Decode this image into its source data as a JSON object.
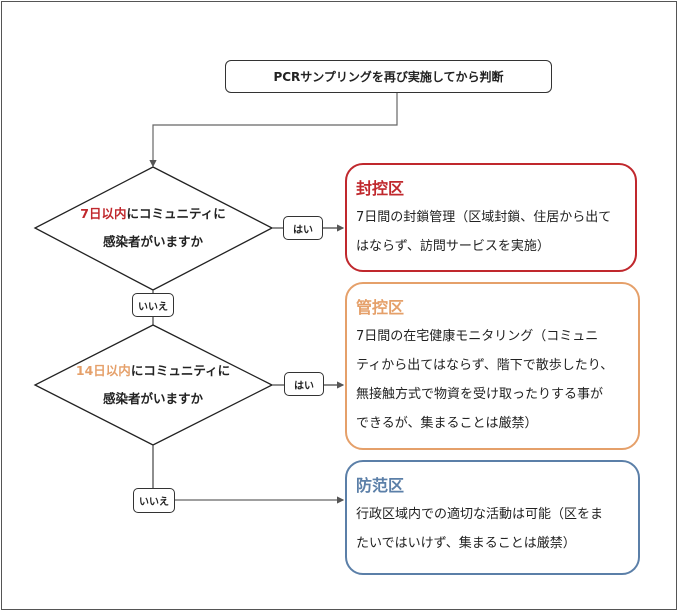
{
  "start": {
    "label": "PCRサンプリングを再び実施してから判断"
  },
  "decisions": [
    {
      "highlight": "7日以内",
      "text_rest": "にコミュニティに",
      "line2": "感染者がいますか",
      "yes_label": "はい",
      "no_label": "いいえ",
      "highlight_color": "#c0282d"
    },
    {
      "highlight": "14日以内",
      "text_rest": "にコミュニティに",
      "line2": "感染者がいますか",
      "yes_label": "はい",
      "no_label": "いいえ",
      "highlight_color": "#e5a06a"
    }
  ],
  "zones": [
    {
      "title": "封控区",
      "color": "#c0282d",
      "lines": [
        "7日間の封鎖管理（区域封鎖、住居から出て",
        "はならず、訪問サービスを実施）"
      ]
    },
    {
      "title": "管控区",
      "color": "#e5a06a",
      "lines": [
        "7日間の在宅健康モニタリング（コミュニ",
        "ティから出てはならず、階下で散歩したり、",
        "無接触方式で物資を受け取ったりする事が",
        "できるが、集まることは厳禁）"
      ]
    },
    {
      "title": "防范区",
      "color": "#5b7fa8",
      "lines": [
        "行政区域内での適切な活動は可能（区をま",
        "たいではいけず、集まることは厳禁）"
      ]
    }
  ]
}
